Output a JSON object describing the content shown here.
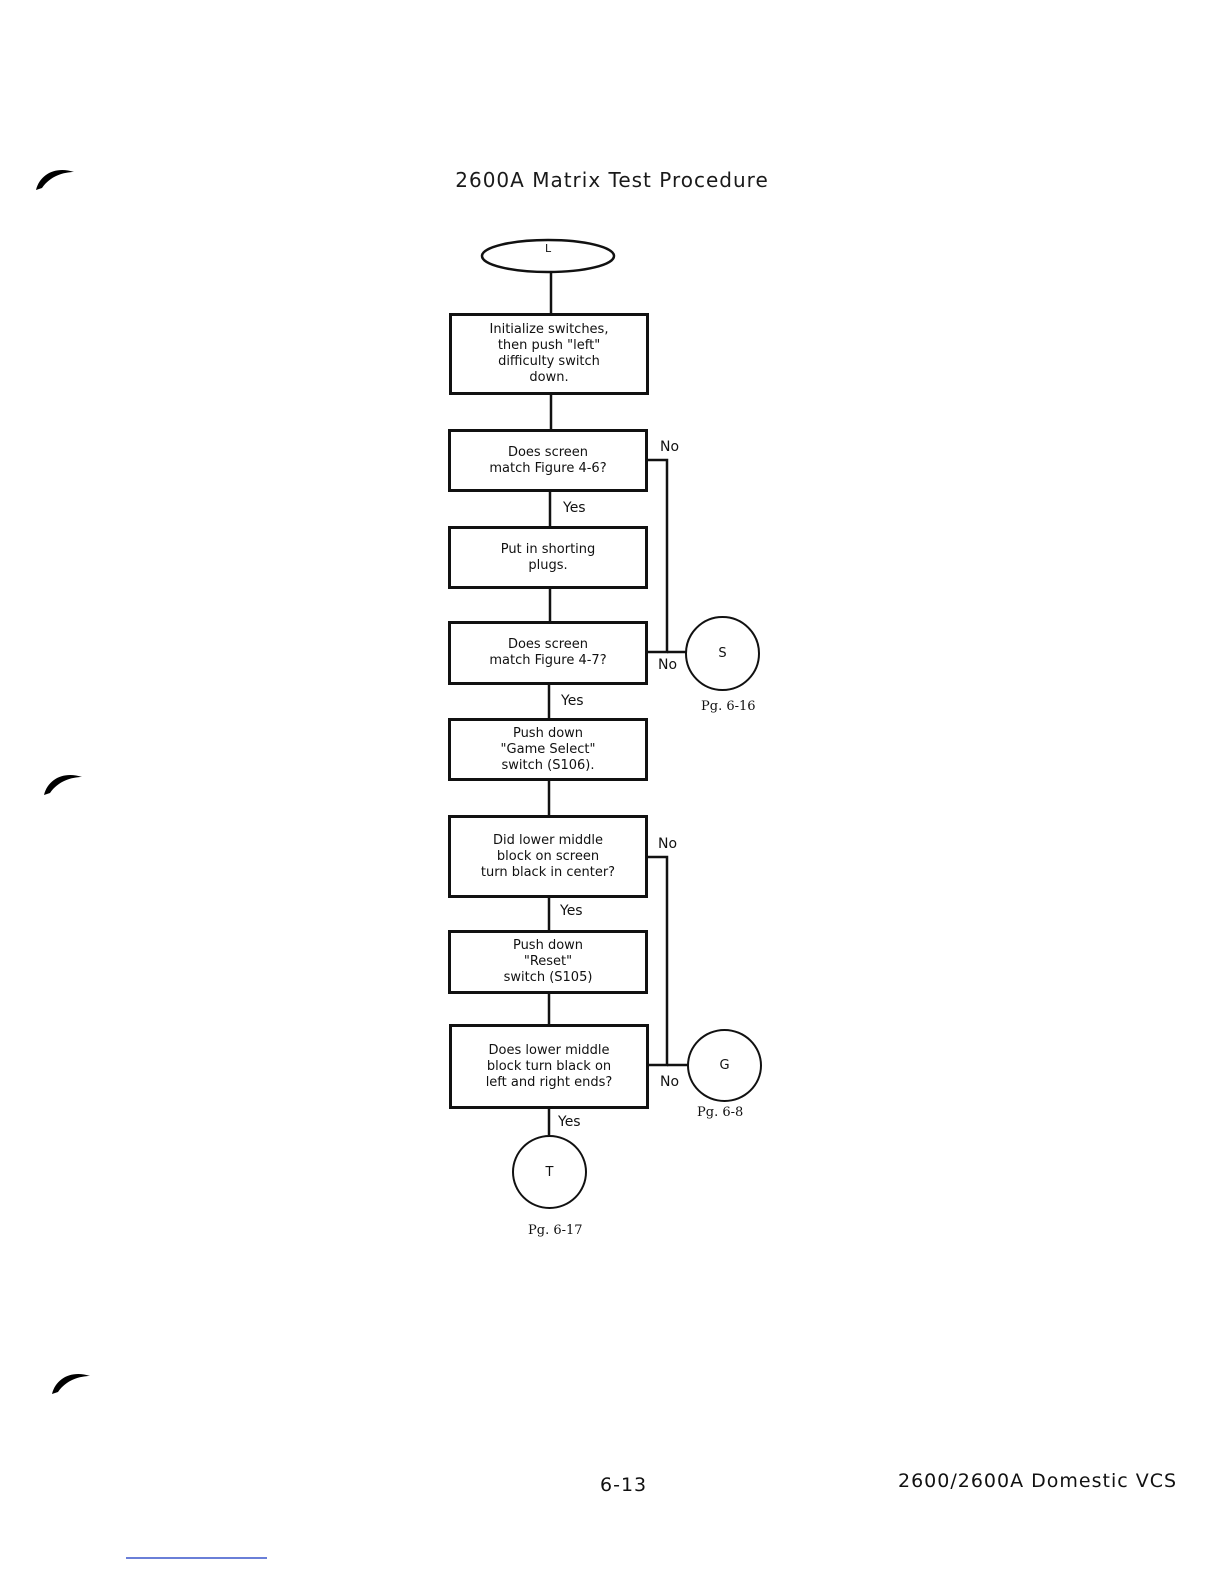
{
  "title": "2600A Matrix Test Procedure",
  "flowchart": {
    "start_label": "L",
    "steps": [
      {
        "id": "init",
        "text": "Initialize switches,\nthen push \"left\"\ndifficulty switch\ndown."
      },
      {
        "id": "q1",
        "text": "Does screen\nmatch Figure 4-6?"
      },
      {
        "id": "plugs",
        "text": "Put in shorting\nplugs."
      },
      {
        "id": "q2",
        "text": "Does screen\nmatch Figure 4-7?"
      },
      {
        "id": "select",
        "text": "Push down\n\"Game Select\"\nswitch (S106)."
      },
      {
        "id": "q3",
        "text": "Did lower middle\nblock on screen\nturn black in center?"
      },
      {
        "id": "reset",
        "text": "Push down\n\"Reset\"\nswitch (S105)"
      },
      {
        "id": "q4",
        "text": "Does lower middle\nblock turn black on\nleft and right ends?"
      }
    ],
    "branch_labels": {
      "yes": "Yes",
      "no": "No"
    },
    "connectors": [
      {
        "id": "S",
        "label": "S",
        "page": "Pg. 6-16"
      },
      {
        "id": "G",
        "label": "G",
        "page": "Pg. 6-8"
      },
      {
        "id": "T",
        "label": "T",
        "page": "Pg. 6-17"
      }
    ]
  },
  "footer": {
    "page_number": "6-13",
    "document_title": "2600/2600A Domestic VCS"
  }
}
